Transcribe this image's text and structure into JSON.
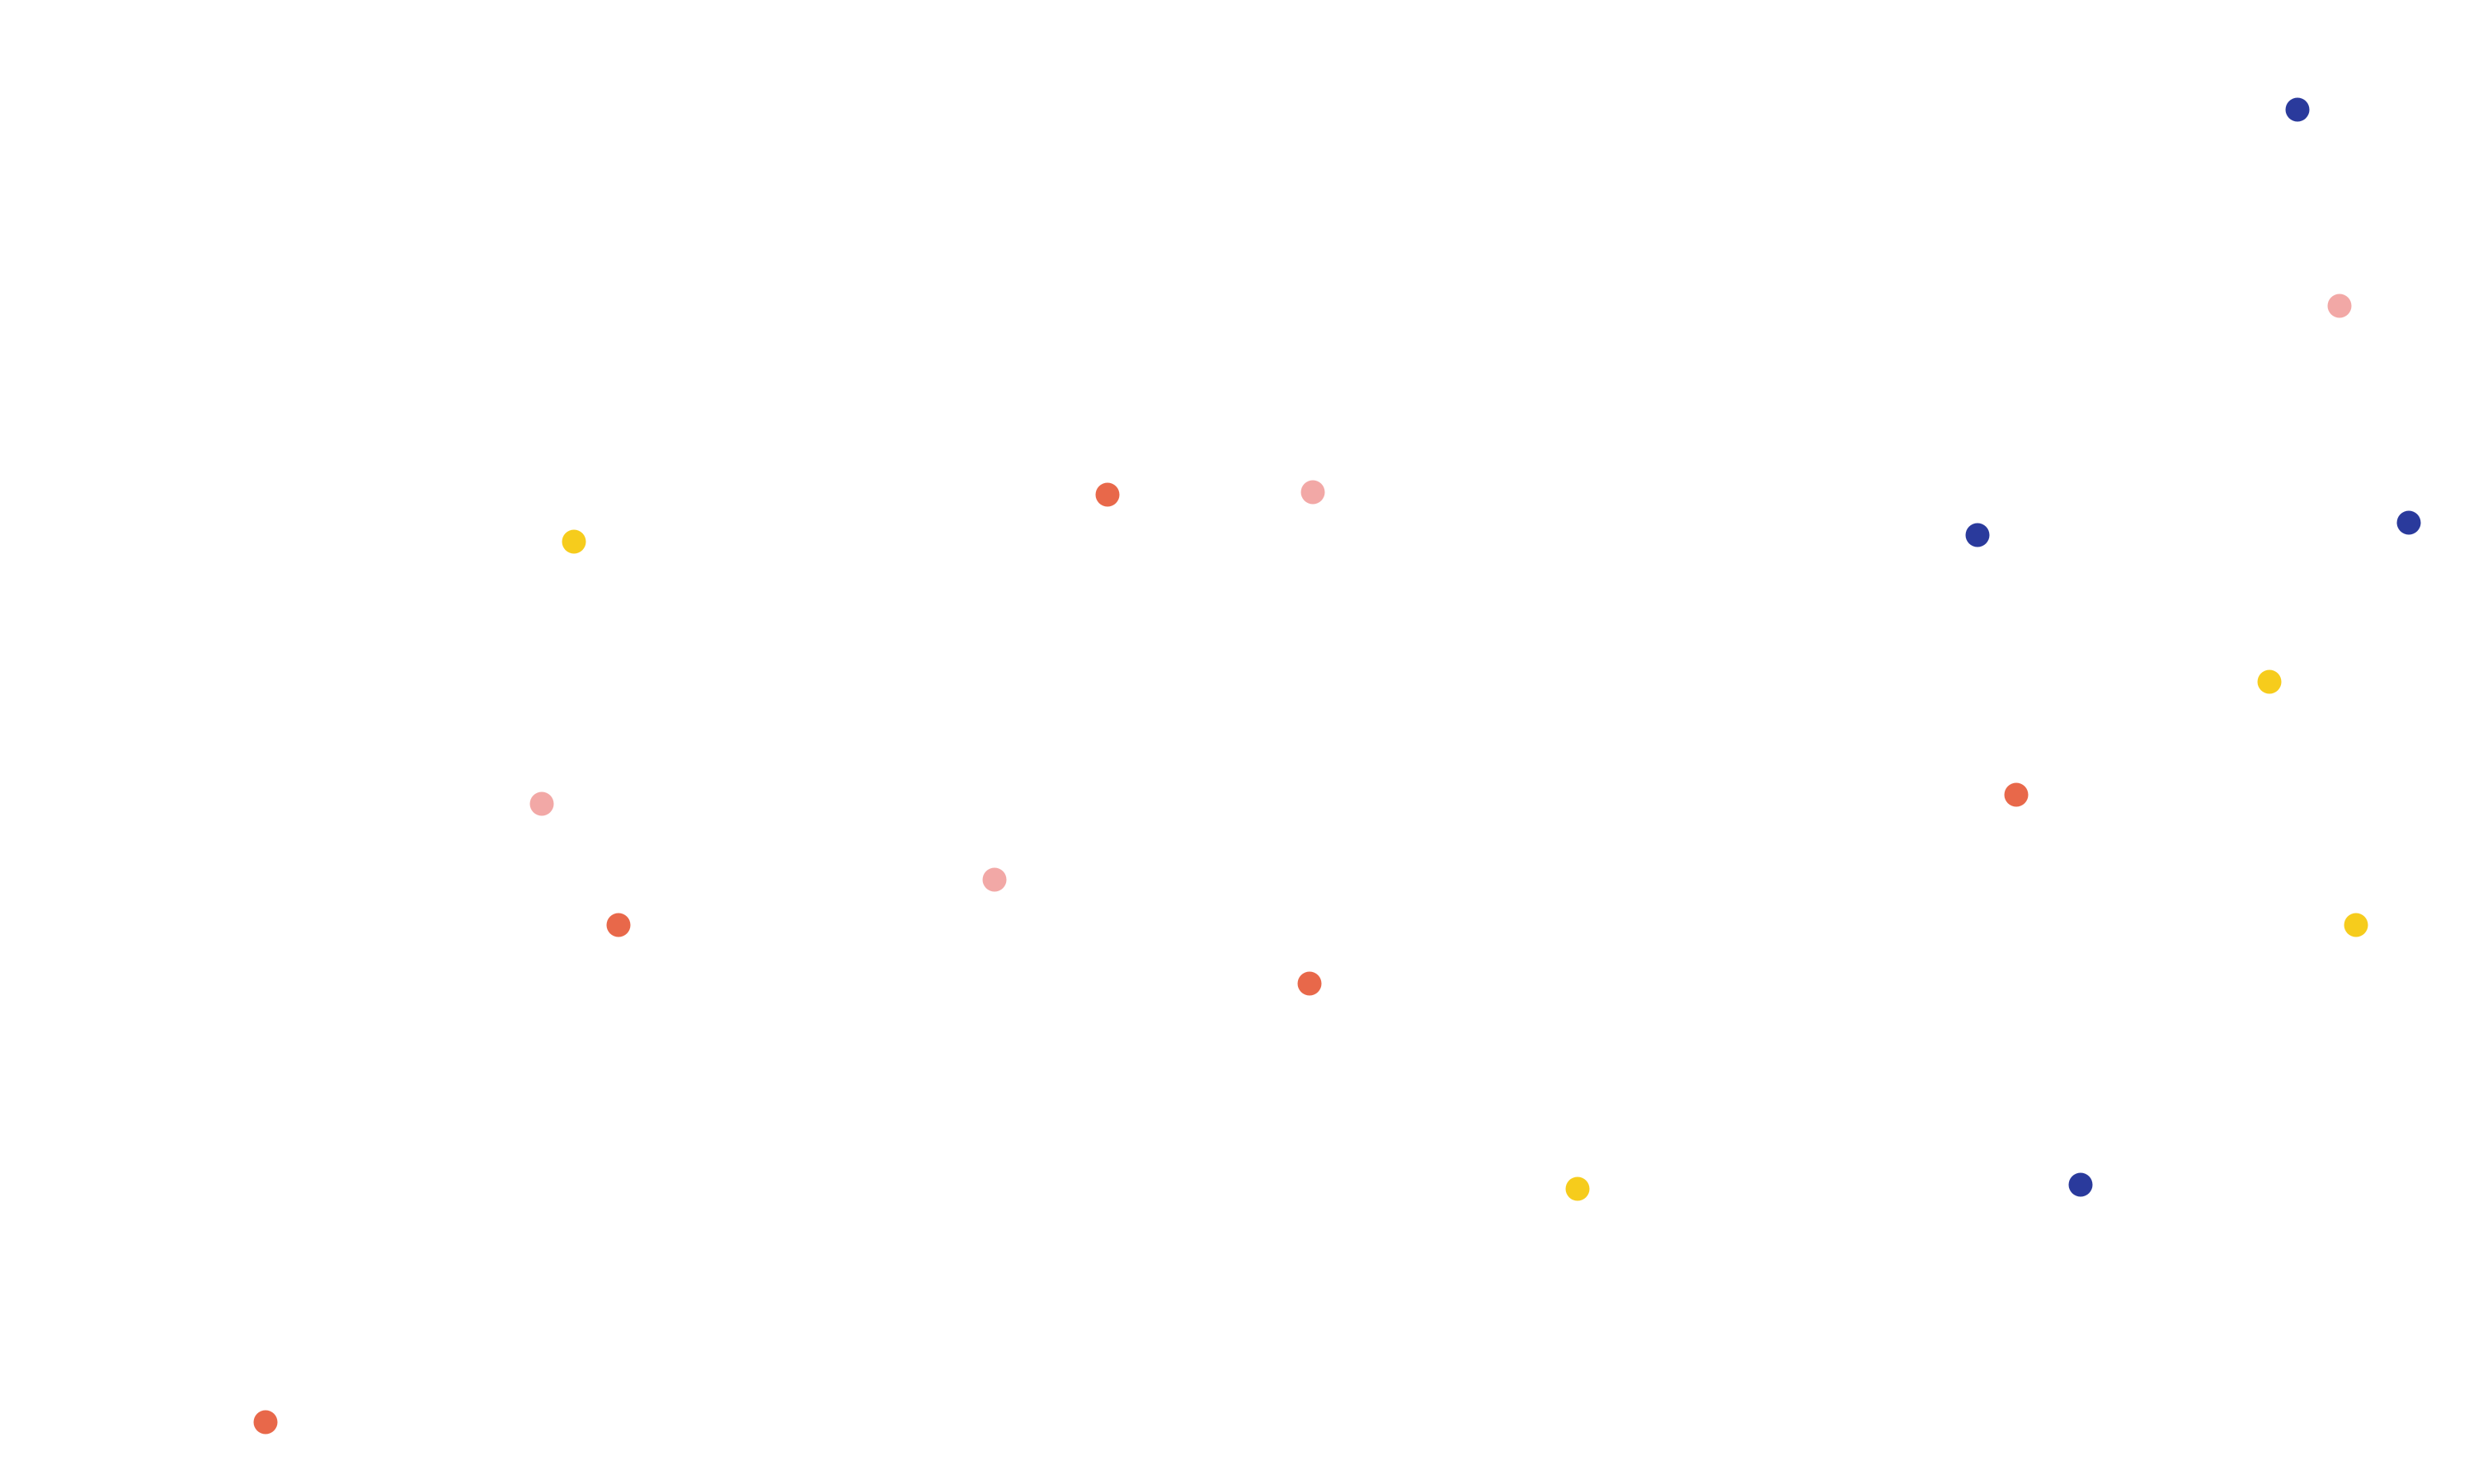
{
  "palette": {
    "navy": "#2a3a9c",
    "pink": "#f2a8a6",
    "coral": "#e8684a",
    "yellow": "#f6cc1c",
    "background": "#ffffff"
  },
  "dots": [
    {
      "color": "navy"
    },
    {
      "color": "pink"
    },
    {
      "color": "coral"
    },
    {
      "color": "pink"
    },
    {
      "color": "yellow"
    },
    {
      "color": "navy"
    },
    {
      "color": "navy"
    },
    {
      "color": "yellow"
    },
    {
      "color": "coral"
    },
    {
      "color": "pink"
    },
    {
      "color": "pink"
    },
    {
      "color": "coral"
    },
    {
      "color": "yellow"
    },
    {
      "color": "coral"
    },
    {
      "color": "yellow"
    },
    {
      "color": "navy"
    },
    {
      "color": "coral"
    }
  ]
}
